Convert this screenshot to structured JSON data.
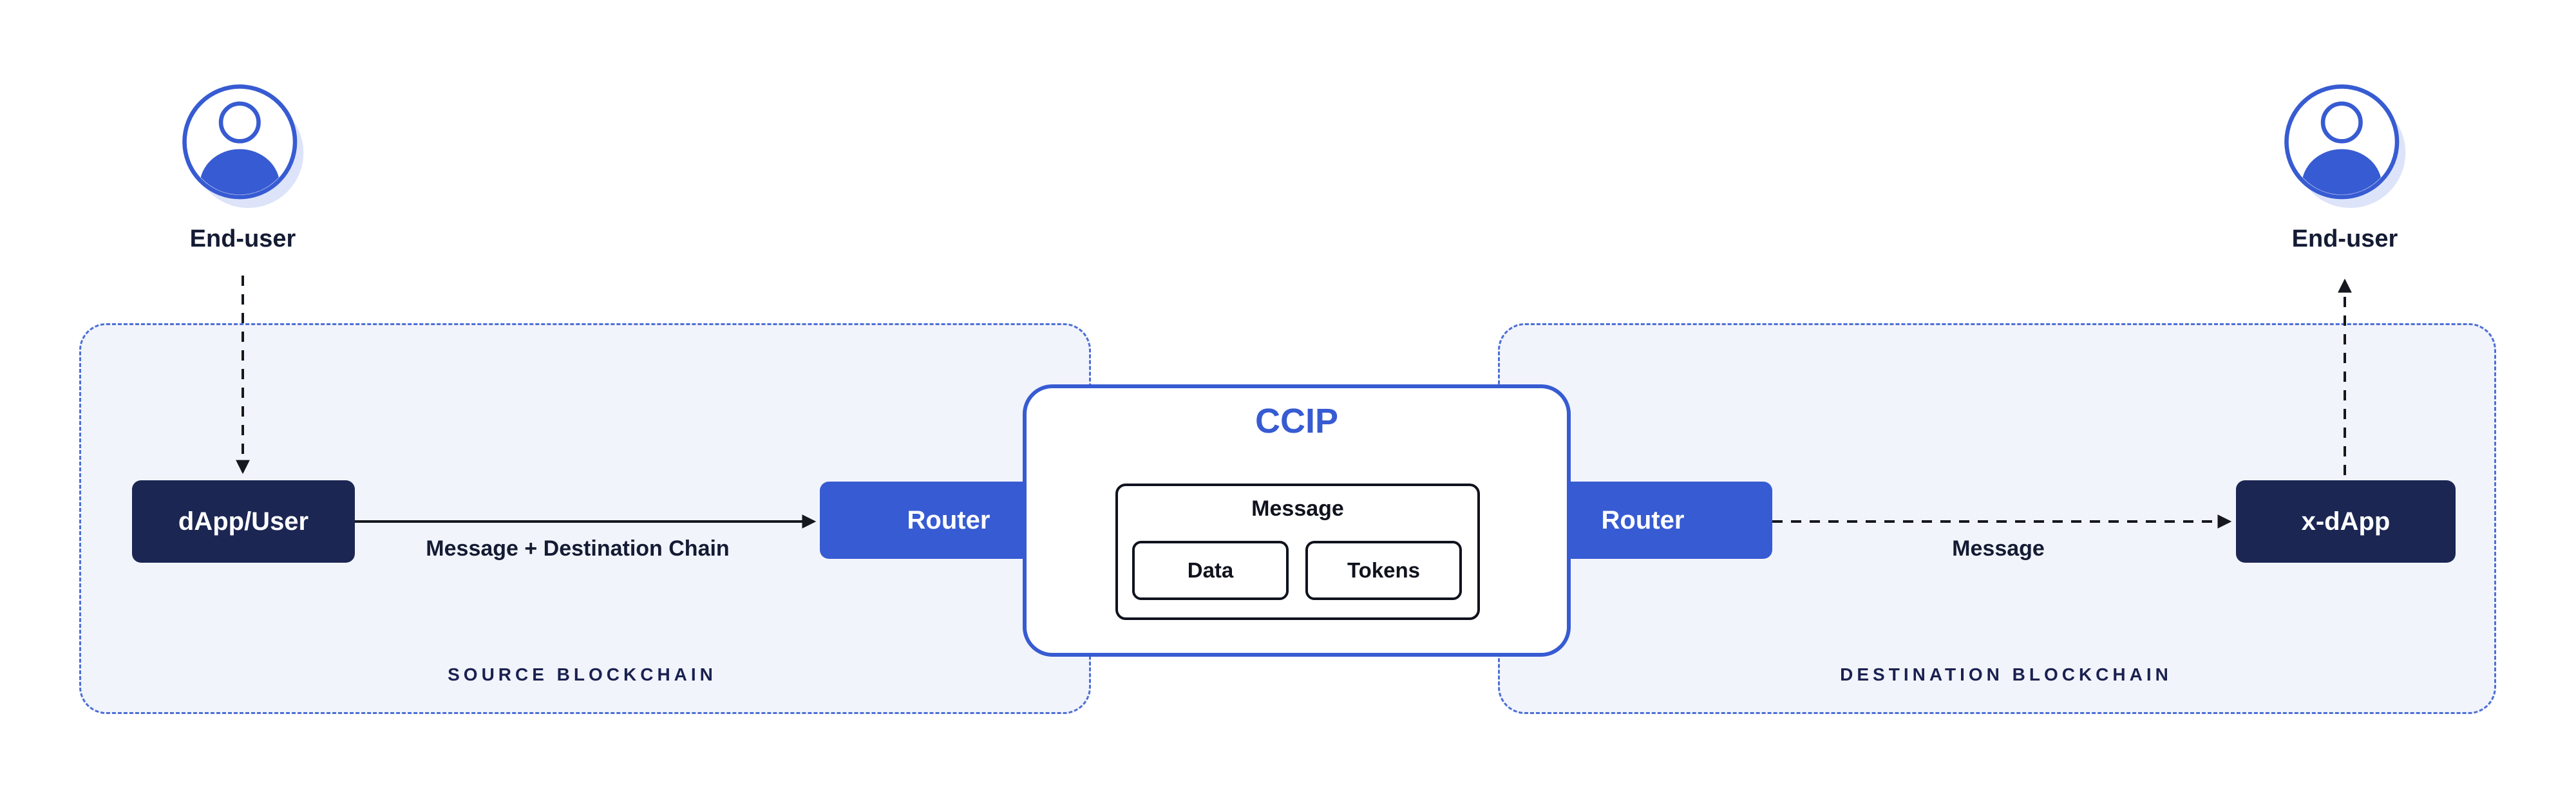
{
  "source": {
    "label": "SOURCE BLOCKCHAIN",
    "end_user_label": "End-user",
    "dapp_label": "dApp/User",
    "arrow_label": "Message + Destination Chain",
    "router_label": "Router"
  },
  "ccip": {
    "title": "CCIP",
    "message_label": "Message",
    "data_label": "Data",
    "tokens_label": "Tokens"
  },
  "destination": {
    "label": "DESTINATION BLOCKCHAIN",
    "router_label": "Router",
    "arrow_label": "Message",
    "xdapp_label": "x-dApp",
    "end_user_label": "End-user"
  },
  "colors": {
    "accent_blue": "#375BD2",
    "dark_navy": "#1B2653",
    "section_background": "#F2F4FC",
    "dashed_border": "#4C6FD6",
    "arrow_black": "#15181E",
    "avatar_shadow": "#DDE4F9"
  }
}
